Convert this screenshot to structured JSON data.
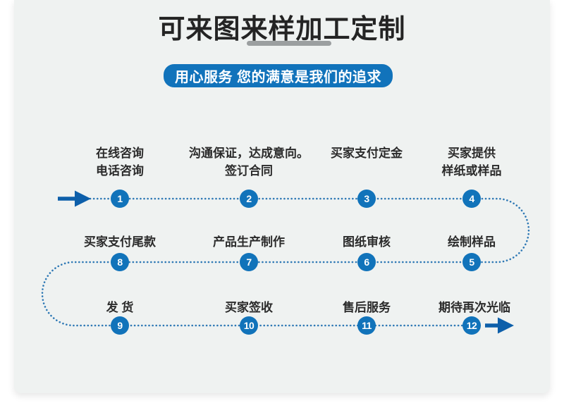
{
  "header": {
    "title": "可来图来样加工定制",
    "badge": "用心服务 您的满意是我们的追求"
  },
  "flow": {
    "steps": [
      {
        "num": "1",
        "label": "在线咨询\n电话咨询"
      },
      {
        "num": "2",
        "label": "沟通保证，达成意向。\n签订合同"
      },
      {
        "num": "3",
        "label": "买家支付定金"
      },
      {
        "num": "4",
        "label": "买家提供\n样纸或样品"
      },
      {
        "num": "5",
        "label": "绘制样品"
      },
      {
        "num": "6",
        "label": "图纸审核"
      },
      {
        "num": "7",
        "label": "产品生产制作"
      },
      {
        "num": "8",
        "label": "买家支付尾款"
      },
      {
        "num": "9",
        "label": "发 货"
      },
      {
        "num": "10",
        "label": "买家签收"
      },
      {
        "num": "11",
        "label": "售后服务"
      },
      {
        "num": "12",
        "label": "期待再次光临"
      }
    ],
    "colors": {
      "circle_blue": "#1173ba",
      "dot_blue": "#2f79b5",
      "arrow_blue": "#0d5faa",
      "badge_blue": "#1173bb",
      "card_bg": "#eff2f1"
    }
  }
}
